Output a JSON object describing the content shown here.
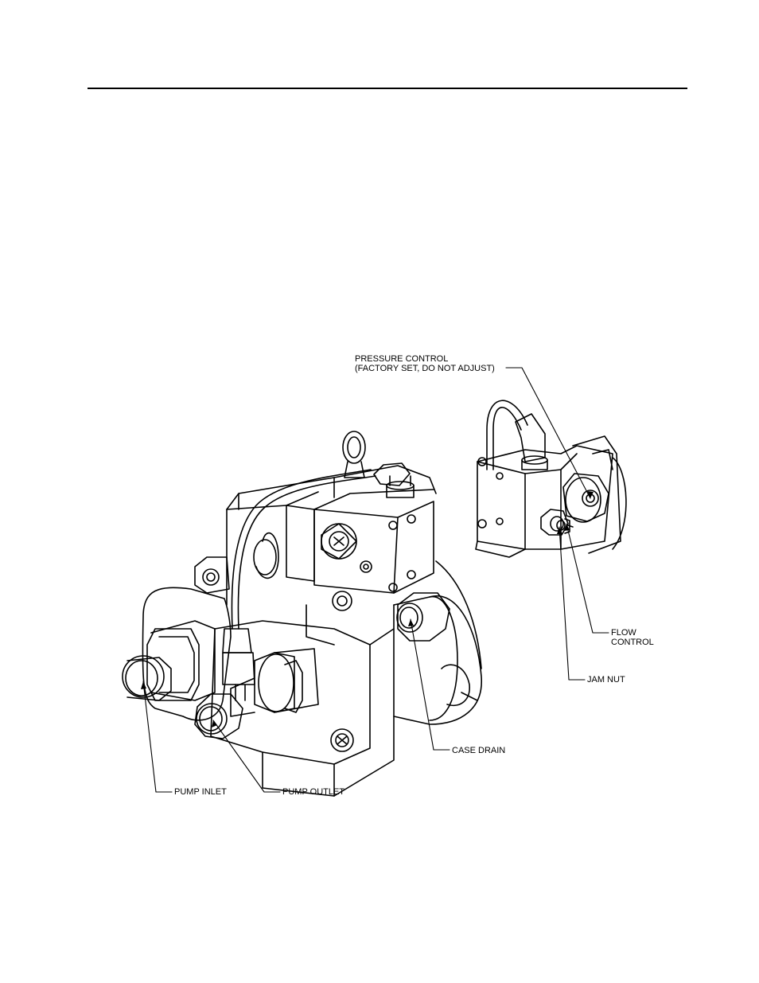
{
  "labels": {
    "pressure_control": {
      "line1": "PRESSURE CONTROL",
      "line2": "(FACTORY SET, DO NOT ADJUST)"
    },
    "flow_control": {
      "line1": "FLOW",
      "line2": "CONTROL"
    },
    "jam_nut": "JAM NUT",
    "case_drain": "CASE DRAIN",
    "pump_inlet": "PUMP INLET",
    "pump_outlet": "PUMP OUTLET"
  }
}
